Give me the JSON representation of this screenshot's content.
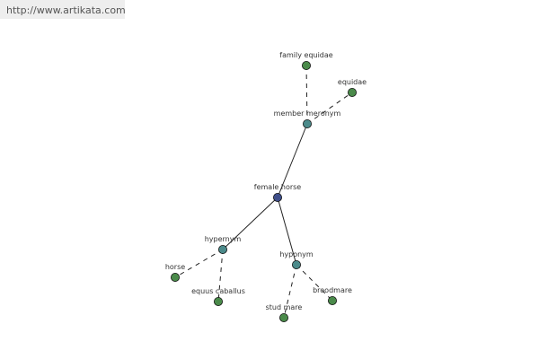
{
  "source": {
    "url_text": "http://www.artikata.com"
  },
  "colors": {
    "root": "#3f4f8a",
    "relation": "#4b8a8a",
    "term": "#4a8a4a",
    "edge": "#222222"
  },
  "graph": {
    "root": {
      "id": "female-horse",
      "label": "female horse"
    },
    "relations": [
      {
        "id": "member-meronym",
        "label": "member meronym",
        "terms": [
          "family equidae",
          "equidae"
        ]
      },
      {
        "id": "hypernym",
        "label": "hypernym",
        "terms": [
          "horse",
          "equus caballus"
        ]
      },
      {
        "id": "hyponym",
        "label": "hyponym",
        "terms": [
          "stud mare",
          "broodmare"
        ]
      }
    ]
  }
}
